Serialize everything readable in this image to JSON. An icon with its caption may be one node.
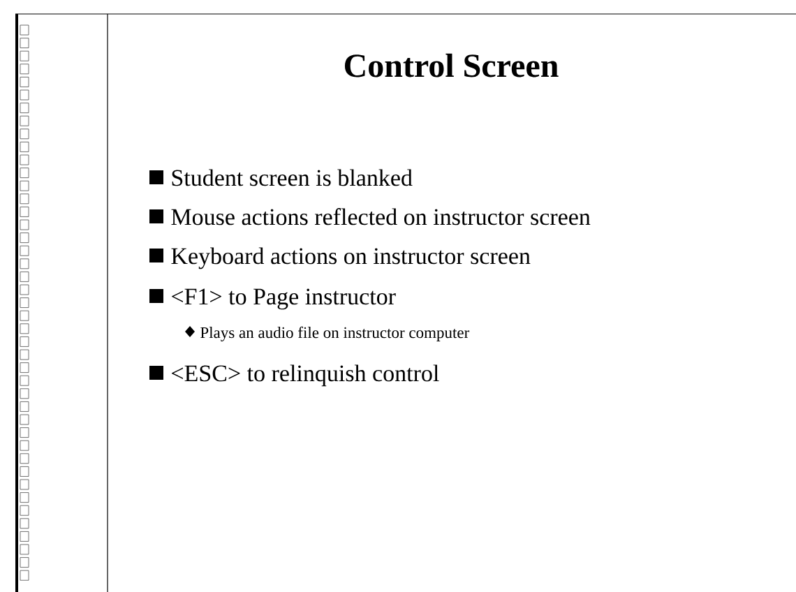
{
  "diagram": {
    "title": "Control Screen",
    "labels": [
      "Student screen is blanked",
      "Mouse actions reflected on instructor screen",
      "Keyboard actions on instructor screen",
      "<F1> to Page instructor",
      "Plays an audio file on instructor computer",
      "<ESC> to relinquish control"
    ]
  }
}
